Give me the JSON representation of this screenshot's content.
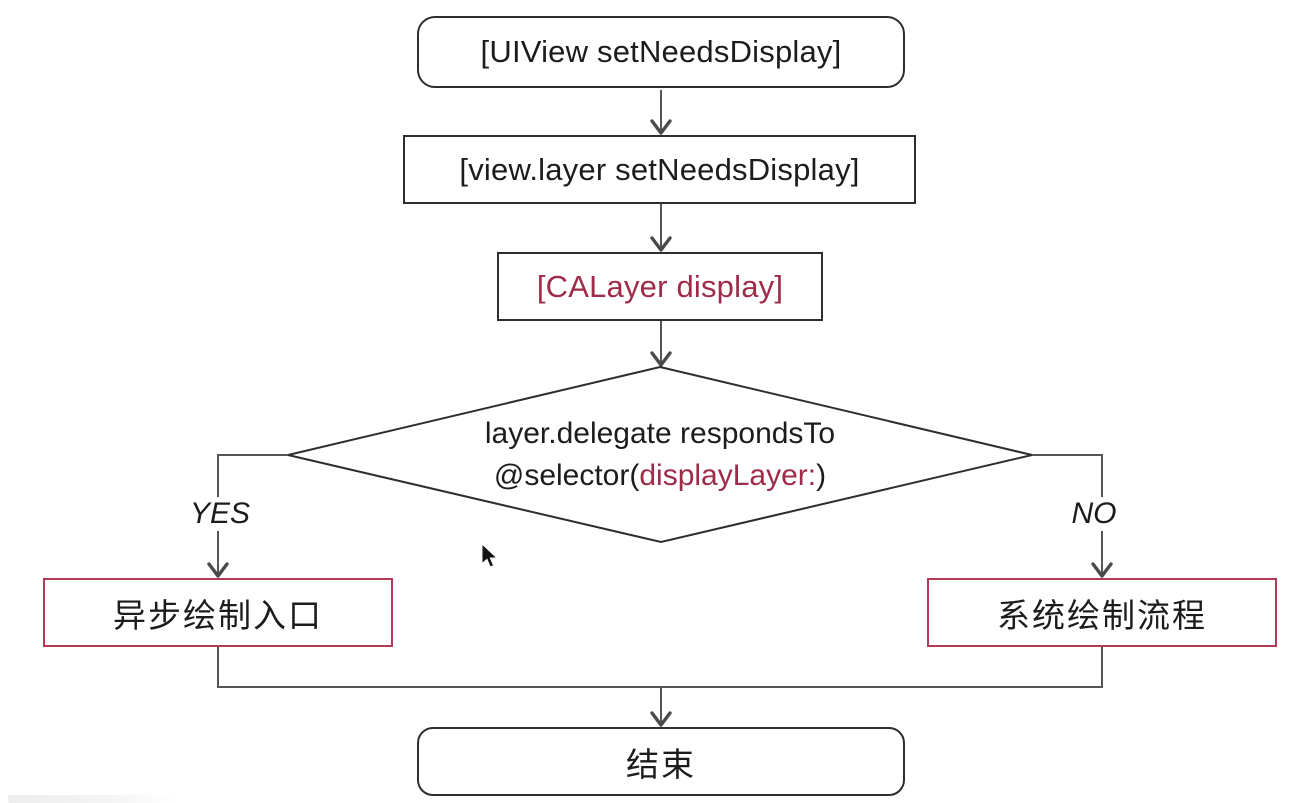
{
  "flowchart": {
    "nodes": {
      "uiview": {
        "label": "[UIView setNeedsDisplay]"
      },
      "view_layer": {
        "label": "[view.layer setNeedsDisplay]"
      },
      "calayer": {
        "label": "[CALayer display]"
      },
      "decision": {
        "line1": "layer.delegate respondsTo",
        "line2_prefix": "@selector(",
        "line2_highlight": "displayLayer:",
        "line2_suffix": ")"
      },
      "async_draw": {
        "label": "异步绘制入口"
      },
      "system_draw": {
        "label": "系统绘制流程"
      },
      "end": {
        "label": "结束"
      }
    },
    "edges": {
      "yes_label": "YES",
      "no_label": "NO"
    },
    "colors": {
      "accent_red_text": "#9e2b4a",
      "accent_red_border": "#b23a57",
      "node_border_dark": "#2e2e2e",
      "connector_gray": "#555555",
      "arrowhead_gray": "#4a4a4a",
      "background": "#ffffff"
    }
  }
}
